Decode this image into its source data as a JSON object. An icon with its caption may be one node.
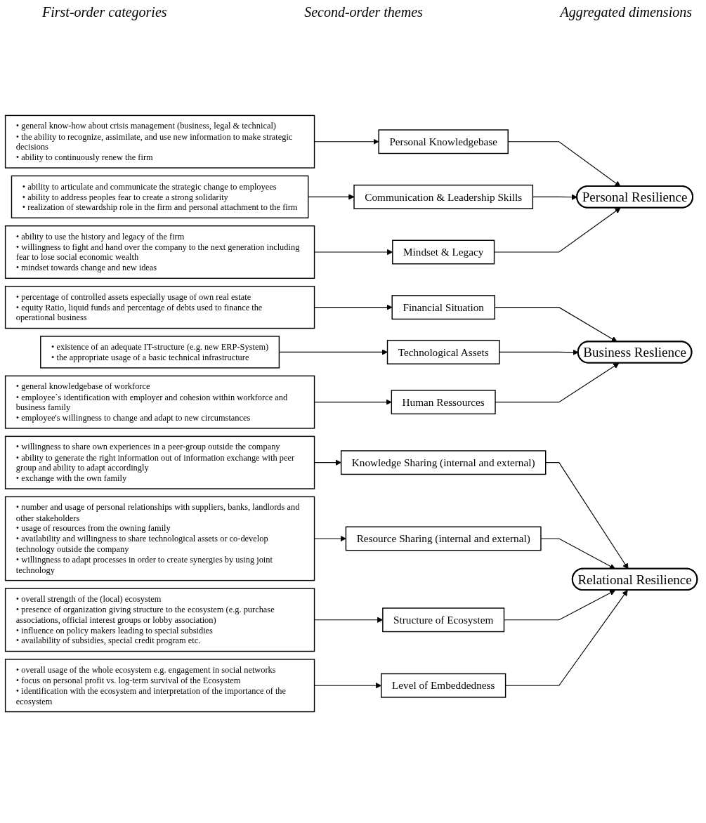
{
  "diagram": {
    "nodes": [
      {
        "text": [
          "• general know-how about crisis management (business, legal & technical)",
          "• the ability to recognize, assimilate, and use new information to make strategic decisions",
          "• ability to continuously renew the firm"
        ]
      },
      {
        "text": [
          "• ability to articulate and communicate the strategic change to employees",
          "• ability to address peoples fear to create a strong solidarity",
          "• realization of stewardship role in the firm and personal attachment to the firm"
        ]
      },
      {
        "text": [
          "• ability to use the history and legacy of the firm",
          "• willingness to fight and hand over the company to the next generation including fear to lose social economic wealth",
          "• mindset towards change and new ideas"
        ]
      },
      {
        "text": [
          "• percentage of controlled assets especially usage of own real estate",
          "• equity Ratio, liquid funds and percentage of debts used to finance the operational business"
        ]
      },
      {
        "text": [
          "• existence of an adequate IT-structure (e.g. new ERP-System)",
          "• the appropriate usage of a basic technical infrastructure"
        ]
      },
      {
        "text": [
          "• general knowledgebase of workforce",
          "• employee`s identification with employer and cohesion within workforce and business family",
          "• employee's willingness to change and adapt to new circumstances"
        ]
      },
      {
        "text": [
          "• willingness to share own experiences in a peer-group outside the company",
          "• ability to generate the right information out of information exchange with peer group and ability to adapt accordingly",
          "• exchange with the own family"
        ]
      },
      {
        "text": [
          "• number and usage of personal relationships with suppliers, banks, landlords and other stakeholders",
          "• usage of resources from the owning family",
          "• availability and willingness to share technological assets or co-develop technology outside the company",
          "• willingness to adapt processes in order to create synergies by using joint technology"
        ]
      },
      {
        "text": [
          "• overall strength of the (local) ecosystem",
          "• presence of organization giving structure to the ecosystem (e.g. purchase associations, official interest groups or lobby association)",
          "• influence on policy makers leading to special subsidies",
          "• availability of subsidies, special credit program etc."
        ]
      },
      {
        "text": [
          "• overall usage of the whole ecosystem e.g. engagement in social networks",
          "• focus on personal profit vs. log-term survival of the Ecosystem",
          "• identification with the ecosystem and interpretation of the importance of the ecosystem"
        ]
      },
      {
        "text": [
          "Personal Knowledgebase"
        ]
      },
      {
        "text": [
          "Communication & Leadership Skills"
        ]
      },
      {
        "text": [
          "Mindset & Legacy"
        ]
      },
      {
        "text": [
          "Financial Situation"
        ]
      },
      {
        "text": [
          "Technological Assets"
        ]
      },
      {
        "text": [
          "Human Ressources"
        ]
      },
      {
        "text": [
          "Knowledge Sharing (internal and external)"
        ]
      },
      {
        "text": [
          "Resource Sharing (internal and external)"
        ]
      },
      {
        "text": [
          "Structure of Ecosystem"
        ]
      },
      {
        "text": [
          "Level of Embeddedness"
        ]
      },
      {
        "text": [
          "Personal Resilience"
        ]
      },
      {
        "text": [
          "Business Reslience"
        ]
      },
      {
        "text": [
          "Relational Resilience"
        ]
      }
    ],
    "edges": [
      {
        "from": 0,
        "to": 10,
        "arrow": "to"
      },
      {
        "from": 1,
        "to": 11,
        "arrow": "to"
      },
      {
        "from": 2,
        "to": 12,
        "arrow": "to"
      },
      {
        "from": 3,
        "to": 13,
        "arrow": "to"
      },
      {
        "from": 4,
        "to": 14,
        "arrow": "to"
      },
      {
        "from": 5,
        "to": 15,
        "arrow": "to"
      },
      {
        "from": 6,
        "to": 16,
        "arrow": "to"
      },
      {
        "from": 7,
        "to": 17,
        "arrow": "to"
      },
      {
        "from": 8,
        "to": 18,
        "arrow": "to"
      },
      {
        "from": 9,
        "to": 19,
        "arrow": "to"
      },
      {
        "from": 10,
        "to": 20,
        "arrow": "to"
      },
      {
        "from": 11,
        "to": 20,
        "arrow": "to"
      },
      {
        "from": 12,
        "to": 20,
        "arrow": "to"
      },
      {
        "from": 13,
        "to": 21,
        "arrow": "to"
      },
      {
        "from": 14,
        "to": 21,
        "arrow": "to"
      },
      {
        "from": 15,
        "to": 21,
        "arrow": "to"
      },
      {
        "from": 16,
        "to": 22,
        "arrow": "to"
      },
      {
        "from": 17,
        "to": 22,
        "arrow": "to"
      },
      {
        "from": 18,
        "to": 22,
        "arrow": "to"
      },
      {
        "from": 19,
        "to": 22,
        "arrow": "to"
      }
    ],
    "labels": [
      "First-order categories",
      "Second-order themes",
      "Aggregated dimensions"
    ]
  }
}
